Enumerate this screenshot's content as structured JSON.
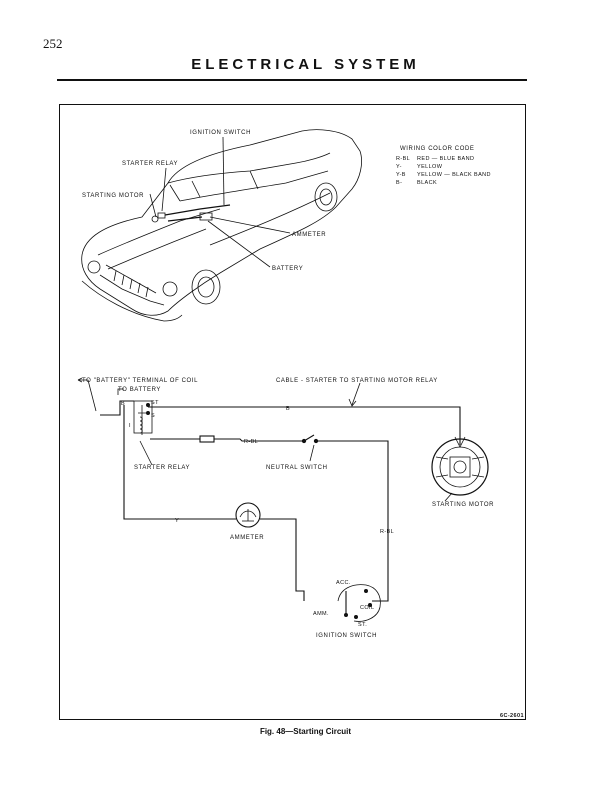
{
  "page": {
    "number": "252",
    "section_title": "ELECTRICAL SYSTEM",
    "figure_caption": "Fig. 48—Starting Circuit",
    "figure_code": "6C-2601"
  },
  "car_view": {
    "labels": {
      "ignition_switch": "IGNITION SWITCH",
      "starter_relay": "STARTER RELAY",
      "starting_motor": "STARTING MOTOR",
      "ammeter": "AMMETER",
      "battery": "BATTERY"
    }
  },
  "color_code": {
    "title": "WIRING COLOR CODE",
    "entries": [
      {
        "code": "R-BL",
        "meaning": "RED — BLUE BAND"
      },
      {
        "code": "Y-",
        "meaning": "YELLOW"
      },
      {
        "code": "Y-B",
        "meaning": "YELLOW — BLACK BAND"
      },
      {
        "code": "B-",
        "meaning": "BLACK"
      }
    ]
  },
  "schematic": {
    "labels": {
      "to_battery_terminal_of_coil": "TO \"BATTERY\" TERMINAL OF COIL",
      "to_battery": "TO BATTERY",
      "cable_starter": "CABLE - STARTER TO STARTING MOTOR RELAY",
      "starter_relay": "STARTER RELAY",
      "neutral_switch": "NEUTRAL SWITCH",
      "starting_motor": "STARTING MOTOR",
      "ammeter": "AMMETER",
      "ignition_switch": "IGNITION SWITCH"
    },
    "terminals": {
      "b": "B",
      "st": "ST",
      "s": "S",
      "i": "I",
      "acc": "ACC.",
      "amm": "AMM.",
      "coil": "COIL",
      "st_switch": "ST."
    },
    "wire_codes": {
      "cable": "B",
      "neutral_wire": "R-BL",
      "ammeter_wire": "Y",
      "switch_wire": "R-BL"
    }
  }
}
